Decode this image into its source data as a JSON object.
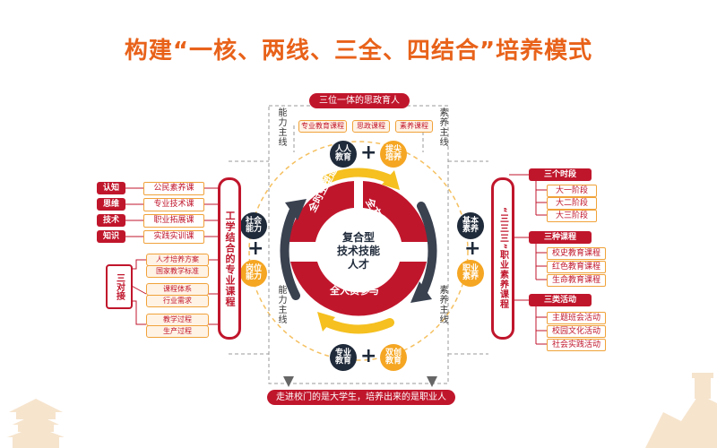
{
  "title": "构建“一核、两线、三全、四结合”培养模式",
  "top": {
    "banner": "三位一体的思政育人",
    "courses": [
      "专业教育课程",
      "思政课程",
      "素养课程"
    ],
    "circle_left": "人人\n教育",
    "circle_right": "拔尖\n培养"
  },
  "bottom": {
    "banner": "走进校门的是大学生，培养出来的是职业人",
    "circle_left": "专业\n教育",
    "circle_right": "双创\n教育"
  },
  "left_mid": {
    "circle_top": "社会\n能力",
    "circle_bottom": "岗位\n能力"
  },
  "right_mid": {
    "circle_top": "基本\n素养",
    "circle_bottom": "职业\n素养"
  },
  "lines": {
    "ability_top": "能力主线",
    "ability_bottom": "能力主线",
    "quality_top": "素养主线",
    "quality_bottom": "素养主线"
  },
  "center": {
    "core": "复合型\n技术技能\n人才",
    "seg_left": "全时空塑造",
    "seg_right": "全方位转化",
    "seg_bottom": "全人员参与"
  },
  "left": {
    "pillar": "工学结合的专业课程",
    "tags": [
      "认知",
      "思维",
      "技术",
      "知识"
    ],
    "courses": [
      "公民素养课",
      "专业技术课",
      "职业拓展课",
      "实践实训课"
    ],
    "connect_label": "三对接",
    "groups": [
      [
        "人才培养方案",
        "国家教学标准"
      ],
      [
        "课程体系",
        "行业需求"
      ],
      [
        "教学过程",
        "生产过程"
      ]
    ]
  },
  "right": {
    "pillar": "“三三三”职业素养课程",
    "sections": [
      {
        "head": "三个时段",
        "items": [
          "大一阶段",
          "大二阶段",
          "大三阶段"
        ]
      },
      {
        "head": "三种课程",
        "items": [
          "校史教育课程",
          "红色教育课程",
          "生命教育课程"
        ]
      },
      {
        "head": "三类活动",
        "items": [
          "主题班会活动",
          "校园文化活动",
          "社会实践活动"
        ]
      }
    ]
  },
  "colors": {
    "red": "#c0162c",
    "orange": "#f5a623",
    "title_orange": "#e8621a",
    "dark": "#1f2a3a"
  }
}
